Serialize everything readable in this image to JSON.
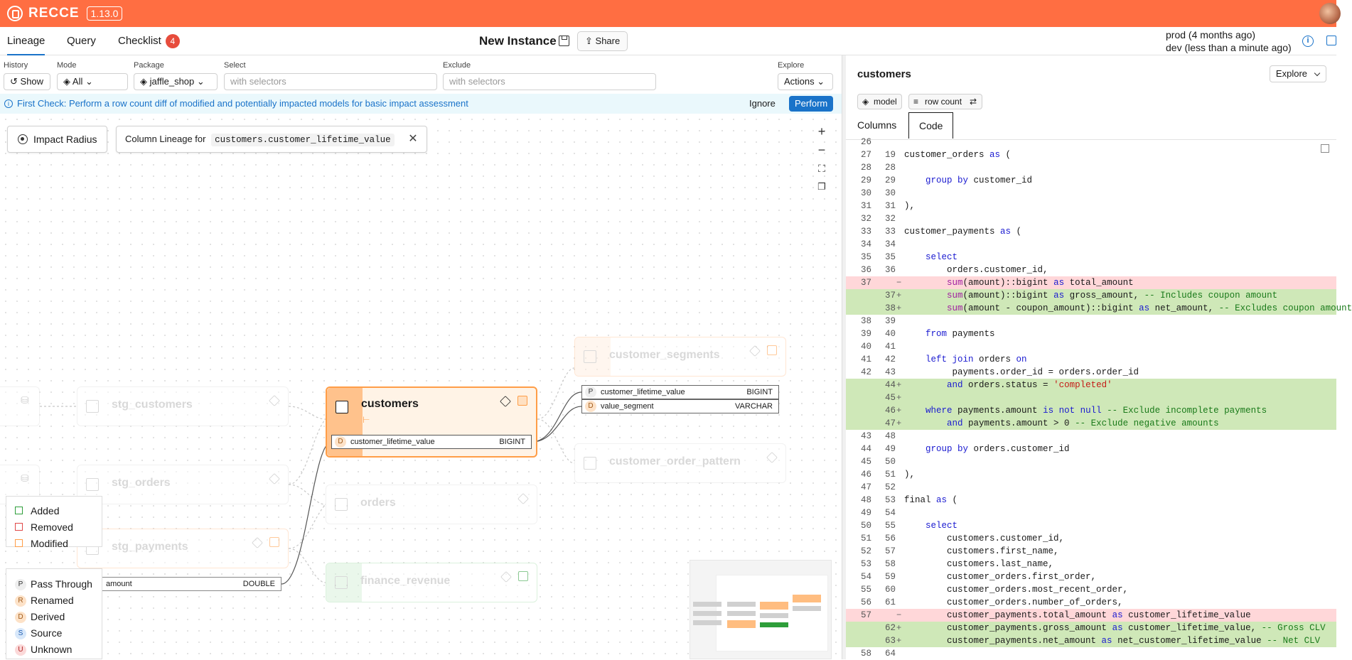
{
  "app": {
    "name": "RECCE",
    "version": "1.13.0"
  },
  "nav": {
    "tabs": [
      {
        "label": "Lineage"
      },
      {
        "label": "Query"
      },
      {
        "label": "Checklist",
        "badge": "4"
      }
    ],
    "instance_title": "New Instance",
    "share_label": "Share",
    "env_prod": "prod (4 months ago)",
    "env_dev": "dev (less than a minute ago)"
  },
  "filters": {
    "history_label": "History",
    "history_value": "Show",
    "mode_label": "Mode",
    "mode_value": "All",
    "package_label": "Package",
    "package_value": "jaffle_shop",
    "select_label": "Select",
    "select_placeholder": "with selectors",
    "exclude_label": "Exclude",
    "exclude_placeholder": "with selectors",
    "explore_label": "Explore",
    "actions_value": "Actions"
  },
  "banner": {
    "message": "First Check: Perform a row count diff of modified and potentially impacted models for basic impact assessment",
    "ignore_label": "Ignore",
    "perform_label": "Perform"
  },
  "canvas": {
    "impact_radius_label": "Impact Radius",
    "column_lineage_label": "Column Lineage for",
    "column_lineage_target": "customers.customer_lifetime_value",
    "nodes": {
      "stg_customers": "stg_customers",
      "stg_orders": "stg_orders",
      "stg_payments": "stg_payments",
      "customers": "customers",
      "orders": "orders",
      "finance_revenue": "finance_revenue",
      "customer_segments": "customer_segments",
      "customer_order_pattern": "customer_order_pattern"
    },
    "columns": {
      "customers_col": {
        "tag": "D",
        "name": "customer_lifetime_value",
        "type": "BIGINT"
      },
      "seg_col1": {
        "tag": "P",
        "name": "customer_lifetime_value",
        "type": "BIGINT"
      },
      "seg_col2": {
        "tag": "D",
        "name": "value_segment",
        "type": "VARCHAR"
      },
      "pay_col": {
        "name": "amount",
        "type": "DOUBLE"
      }
    },
    "legend_change": [
      {
        "label": "Added",
        "color": "#2e9e3a"
      },
      {
        "label": "Removed",
        "color": "#e04848"
      },
      {
        "label": "Modified",
        "color": "#ff9d47"
      }
    ],
    "legend_transform": [
      {
        "tag": "P",
        "label": "Pass Through"
      },
      {
        "tag": "R",
        "label": "Renamed"
      },
      {
        "tag": "D",
        "label": "Derived"
      },
      {
        "tag": "S",
        "label": "Source"
      },
      {
        "tag": "U",
        "label": "Unknown"
      }
    ]
  },
  "right_panel": {
    "title": "customers",
    "explore_label": "Explore",
    "model_pill": "model",
    "row_count_pill": "row count",
    "tabs": [
      {
        "label": "Columns"
      },
      {
        "label": "Code"
      }
    ],
    "code_lines": [
      {
        "l": "26",
        "r": "",
        "t": "",
        "k": "n"
      },
      {
        "l": "27",
        "r": "19",
        "t": "customer_orders as (",
        "k": "n"
      },
      {
        "l": "28",
        "r": "28",
        "t": "",
        "k": "n"
      },
      {
        "l": "29",
        "r": "29",
        "t": "    group by customer_id",
        "k": "n"
      },
      {
        "l": "30",
        "r": "30",
        "t": "",
        "k": "n"
      },
      {
        "l": "31",
        "r": "31",
        "t": "),",
        "k": "n"
      },
      {
        "l": "32",
        "r": "32",
        "t": "",
        "k": "n"
      },
      {
        "l": "33",
        "r": "33",
        "t": "customer_payments as (",
        "k": "n"
      },
      {
        "l": "34",
        "r": "34",
        "t": "",
        "k": "n"
      },
      {
        "l": "35",
        "r": "35",
        "t": "    select",
        "k": "n"
      },
      {
        "l": "36",
        "r": "36",
        "t": "        orders.customer_id,",
        "k": "n"
      },
      {
        "l": "37",
        "r": "",
        "t": "        sum(amount)::bigint as total_amount",
        "k": "d"
      },
      {
        "l": "",
        "r": "37",
        "t": "        sum(amount)::bigint as gross_amount, -- Includes coupon amount",
        "k": "a"
      },
      {
        "l": "",
        "r": "38",
        "t": "        sum(amount - coupon_amount)::bigint as net_amount, -- Excludes coupon amount",
        "k": "a"
      },
      {
        "l": "38",
        "r": "39",
        "t": "",
        "k": "n"
      },
      {
        "l": "39",
        "r": "40",
        "t": "    from payments",
        "k": "n"
      },
      {
        "l": "40",
        "r": "41",
        "t": "",
        "k": "n"
      },
      {
        "l": "41",
        "r": "42",
        "t": "    left join orders on",
        "k": "n"
      },
      {
        "l": "42",
        "r": "43",
        "t": "         payments.order_id = orders.order_id",
        "k": "n"
      },
      {
        "l": "",
        "r": "44",
        "t": "        and orders.status = 'completed'",
        "k": "a"
      },
      {
        "l": "",
        "r": "45",
        "t": "",
        "k": "a"
      },
      {
        "l": "",
        "r": "46",
        "t": "    where payments.amount is not null -- Exclude incomplete payments",
        "k": "a"
      },
      {
        "l": "",
        "r": "47",
        "t": "        and payments.amount > 0 -- Exclude negative amounts",
        "k": "a"
      },
      {
        "l": "43",
        "r": "48",
        "t": "",
        "k": "n"
      },
      {
        "l": "44",
        "r": "49",
        "t": "    group by orders.customer_id",
        "k": "n"
      },
      {
        "l": "45",
        "r": "50",
        "t": "",
        "k": "n"
      },
      {
        "l": "46",
        "r": "51",
        "t": "),",
        "k": "n"
      },
      {
        "l": "47",
        "r": "52",
        "t": "",
        "k": "n"
      },
      {
        "l": "48",
        "r": "53",
        "t": "final as (",
        "k": "n"
      },
      {
        "l": "49",
        "r": "54",
        "t": "",
        "k": "n"
      },
      {
        "l": "50",
        "r": "55",
        "t": "    select",
        "k": "n"
      },
      {
        "l": "51",
        "r": "56",
        "t": "        customers.customer_id,",
        "k": "n"
      },
      {
        "l": "52",
        "r": "57",
        "t": "        customers.first_name,",
        "k": "n"
      },
      {
        "l": "53",
        "r": "58",
        "t": "        customers.last_name,",
        "k": "n"
      },
      {
        "l": "54",
        "r": "59",
        "t": "        customer_orders.first_order,",
        "k": "n"
      },
      {
        "l": "55",
        "r": "60",
        "t": "        customer_orders.most_recent_order,",
        "k": "n"
      },
      {
        "l": "56",
        "r": "61",
        "t": "        customer_orders.number_of_orders,",
        "k": "n"
      },
      {
        "l": "57",
        "r": "",
        "t": "        customer_payments.total_amount as customer_lifetime_value",
        "k": "d"
      },
      {
        "l": "",
        "r": "62",
        "t": "        customer_payments.gross_amount as customer_lifetime_value, -- Gross CLV",
        "k": "a"
      },
      {
        "l": "",
        "r": "63",
        "t": "        customer_payments.net_amount as net_customer_lifetime_value -- Net CLV",
        "k": "a"
      },
      {
        "l": "58",
        "r": "64",
        "t": "",
        "k": "n"
      }
    ]
  }
}
